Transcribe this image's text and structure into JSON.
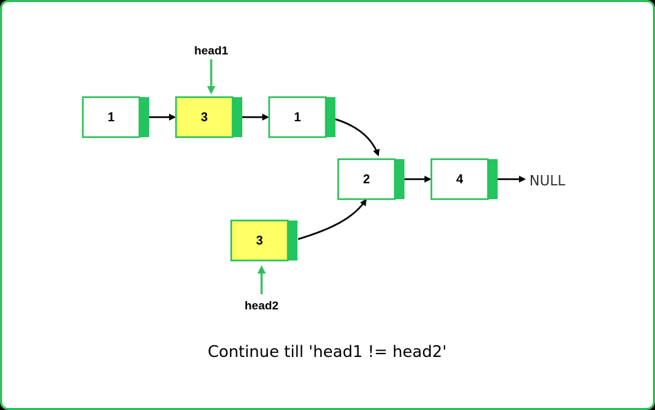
{
  "diagram": {
    "colors": {
      "border": "#2fc05a",
      "node_stroke": "#2fc05a",
      "node_tail": "#22c55e",
      "highlight_fill": "#ffff66",
      "normal_fill": "#ffffff",
      "arrow": "#000000",
      "pointer_arrow": "#2fc05a",
      "text": "#000000",
      "null_text": "#333333"
    },
    "nodes": [
      {
        "id": "n1",
        "value": "1",
        "highlighted": false
      },
      {
        "id": "n2",
        "value": "3",
        "highlighted": true
      },
      {
        "id": "n3",
        "value": "1",
        "highlighted": false
      },
      {
        "id": "n4",
        "value": "2",
        "highlighted": false
      },
      {
        "id": "n5",
        "value": "4",
        "highlighted": false
      },
      {
        "id": "n6",
        "value": "3",
        "highlighted": true
      }
    ],
    "links": [
      {
        "from": "n1",
        "to": "n2"
      },
      {
        "from": "n2",
        "to": "n3"
      },
      {
        "from": "n3",
        "to": "n4"
      },
      {
        "from": "n4",
        "to": "n5"
      },
      {
        "from": "n5",
        "to": "null"
      },
      {
        "from": "n6",
        "to": "n4"
      }
    ],
    "pointers": [
      {
        "label": "head1",
        "target": "n2"
      },
      {
        "label": "head2",
        "target": "n6"
      }
    ],
    "null_label": "NULL",
    "caption": "Continue till 'head1 != head2'"
  }
}
